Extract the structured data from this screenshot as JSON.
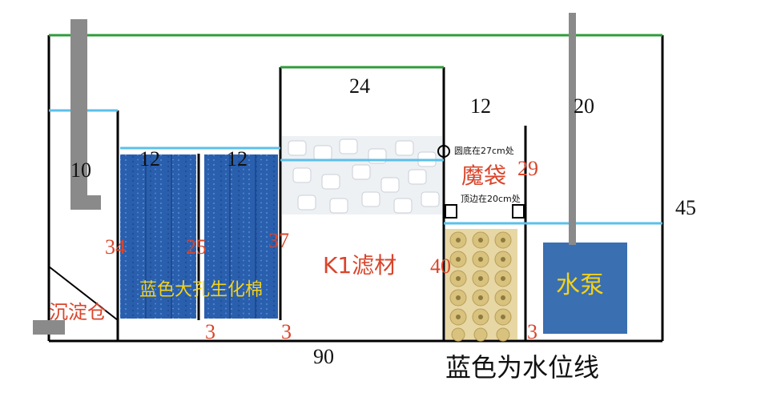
{
  "labels": {
    "top_inner_width": "24",
    "settle_width": "10",
    "sponge1_width": "12",
    "sponge2_width": "12",
    "bag_width": "12",
    "pump_width": "20",
    "tank_height": "45",
    "tank_length": "90",
    "h34": "34",
    "h25": "25",
    "h37": "37",
    "h40": "40",
    "h29": "29",
    "gap1": "3",
    "gap2": "3",
    "gap3": "3",
    "settle_chamber": "沉淀仓",
    "sponge": "蓝色大孔生化棉",
    "k1_media": "K1滤材",
    "filter_bag": "魔袋",
    "circle_note": "圆底在27cm处",
    "top_note": "顶边在20cm处",
    "pump": "水泵",
    "legend_note": "蓝色为水位线"
  },
  "colors": {
    "water_line": "#5bc0ea",
    "top_line": "#2e9c3a",
    "pipe": "#8a8a8a",
    "sponge": "#2a5fae",
    "pump": "#3a6fb1",
    "red_text": "#d9452b",
    "yellow_text": "#f3d21b"
  }
}
